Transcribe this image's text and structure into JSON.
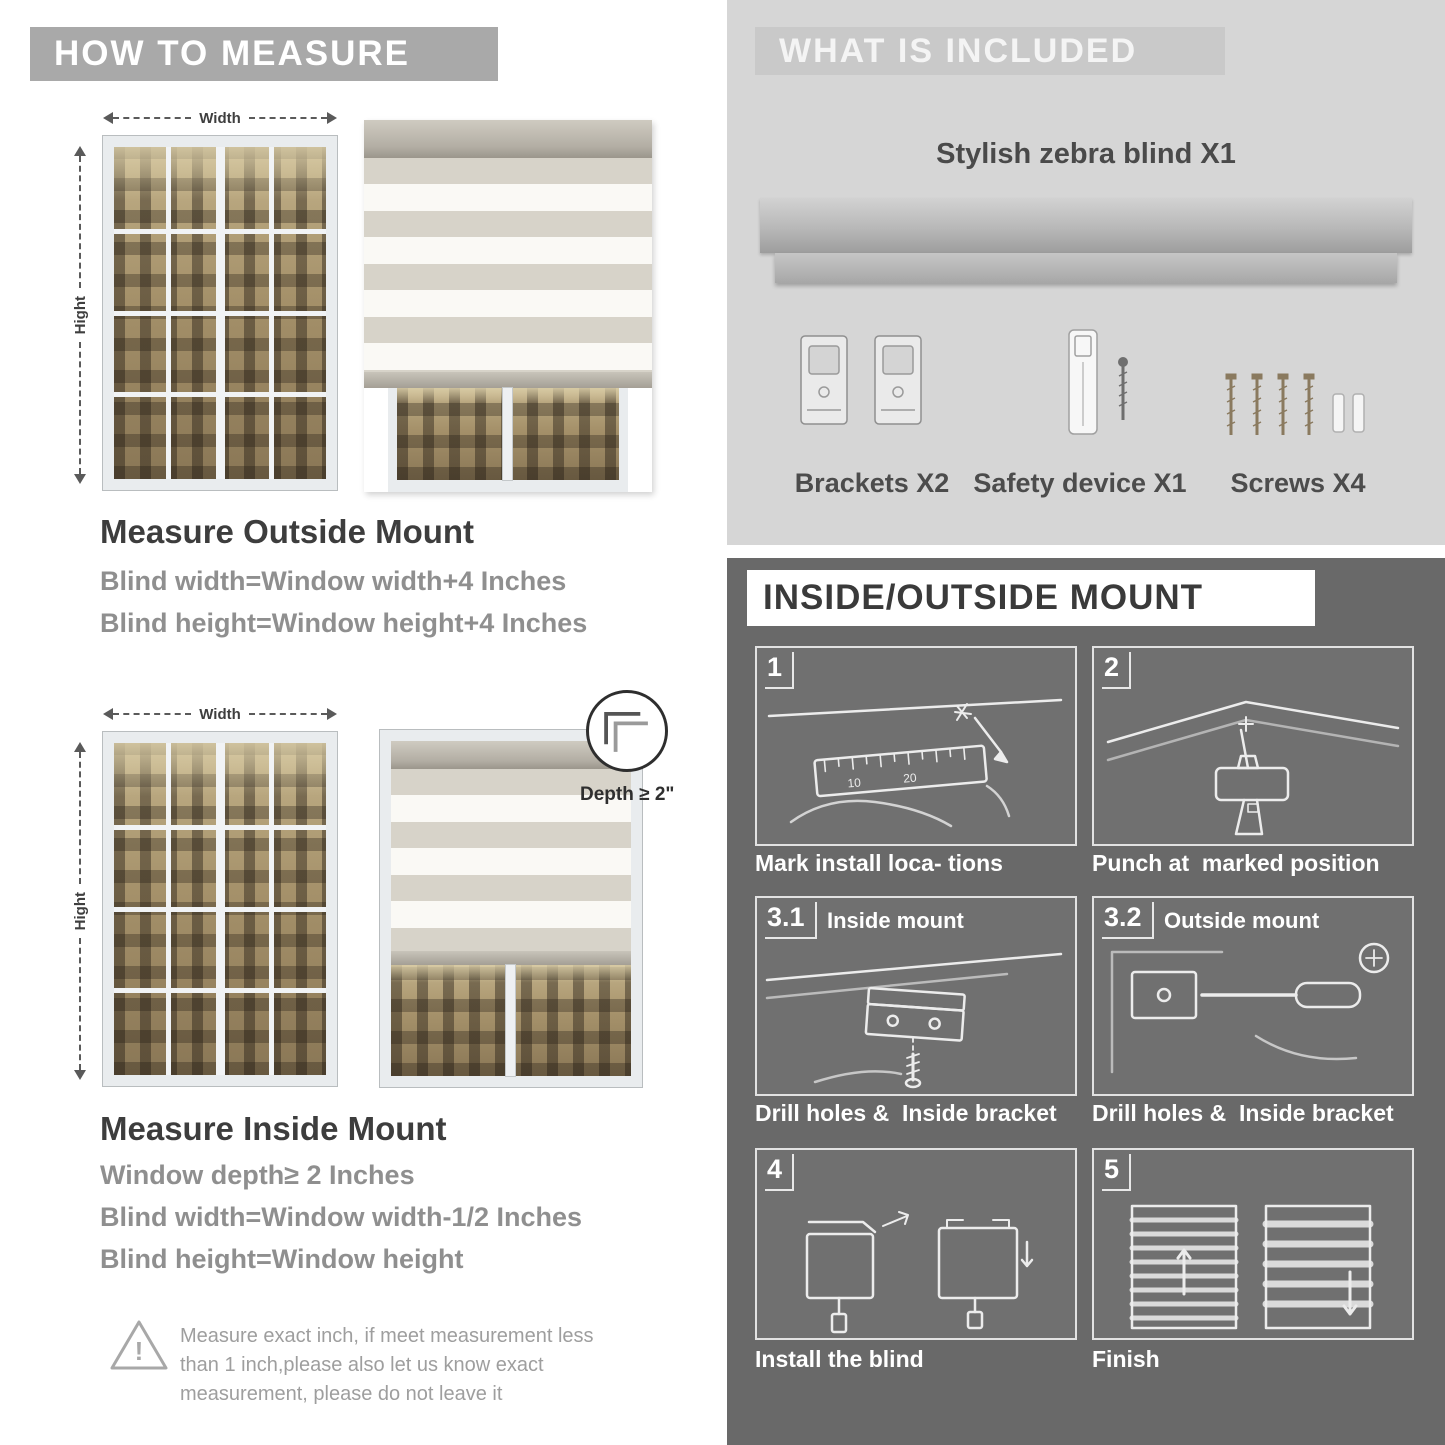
{
  "left": {
    "header": "HOW TO MEASURE",
    "labels": {
      "width": "Width",
      "height": "Hight",
      "depth": "Depth ≥ 2\""
    },
    "outside_mount": {
      "title": "Measure Outside Mount",
      "line1": "Blind width=Window width+4 Inches",
      "line2": "Blind height=Window height+4 Inches"
    },
    "inside_mount": {
      "title": "Measure Inside Mount",
      "line1": "Window depth≥ 2 Inches",
      "line2": "Blind width=Window width-1/2 Inches",
      "line3": "Blind height=Window height"
    },
    "warning": {
      "line1": "Measure exact inch, if meet measurement less",
      "line2": "than 1 inch,please also let us know exact",
      "line3": "measurement, please do not leave it"
    }
  },
  "included": {
    "header": "WHAT IS INCLUDED",
    "blind_label": "Stylish zebra blind X1",
    "items": [
      {
        "label": "Brackets X2"
      },
      {
        "label": "Safety device X1"
      },
      {
        "label": "Screws X4"
      }
    ]
  },
  "mount": {
    "header": "INSIDE/OUTSIDE MOUNT",
    "steps": [
      {
        "num": "1",
        "caption": "Mark install loca- tions"
      },
      {
        "num": "2",
        "caption": "Punch at  marked position"
      },
      {
        "num": "3.1",
        "title": "Inside mount",
        "caption": "Drill holes &  Inside bracket"
      },
      {
        "num": "3.2",
        "title": "Outside mount",
        "caption": "Drill holes &  Inside bracket"
      },
      {
        "num": "4",
        "caption": "Install the blind"
      },
      {
        "num": "5",
        "caption": "Finish"
      }
    ]
  },
  "colors": {
    "left_header_bg": "#a9a9a9",
    "included_bg": "#d6d6d6",
    "mount_bg": "#696969",
    "accent_text": "#3d3d3d",
    "muted_text": "#8f8f8f"
  }
}
